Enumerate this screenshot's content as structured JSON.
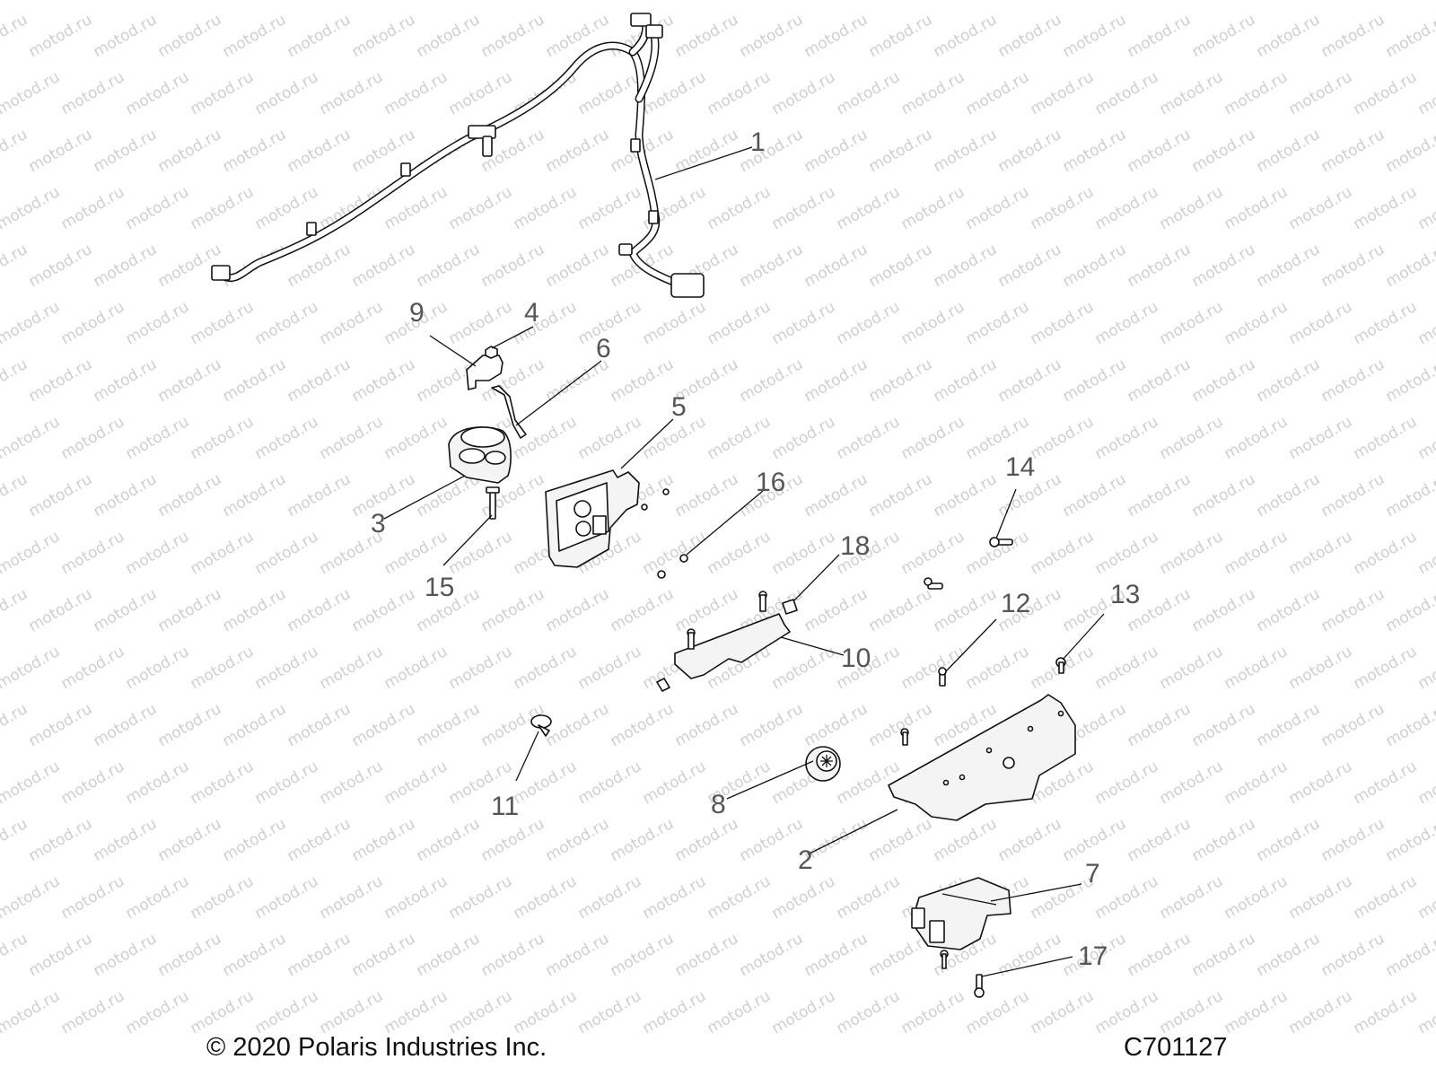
{
  "diagram": {
    "watermark_text": "motod.ru",
    "copyright": "© 2020 Polaris Industries Inc.",
    "figure_code": "C701127",
    "callouts": [
      "1",
      "2",
      "3",
      "4",
      "5",
      "6",
      "7",
      "8",
      "9",
      "10",
      "11",
      "12",
      "13",
      "14",
      "15",
      "16",
      "17",
      "18"
    ]
  }
}
